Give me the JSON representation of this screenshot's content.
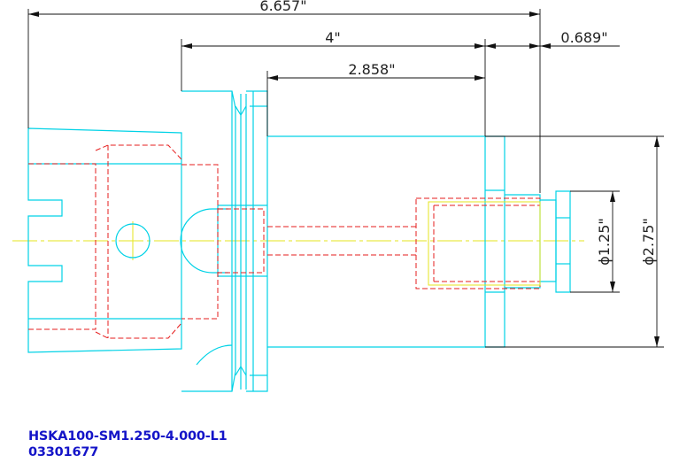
{
  "dimensions": {
    "overall_length": "6.657\"",
    "gauge_length": "4\"",
    "body_length": "2.858\"",
    "nose_length": "0.689\"",
    "bore_diameter": "ϕ1.25\"",
    "outer_diameter": "ϕ2.75\""
  },
  "caption": {
    "part_number": "HSKA100-SM1.250-4.000-L1",
    "serial_number": "03301677"
  },
  "colors": {
    "outline": "#00d2e6",
    "hidden": "#e61e1e",
    "center": "#e6e61e",
    "dimension": "#111111",
    "caption": "#1414c8"
  }
}
